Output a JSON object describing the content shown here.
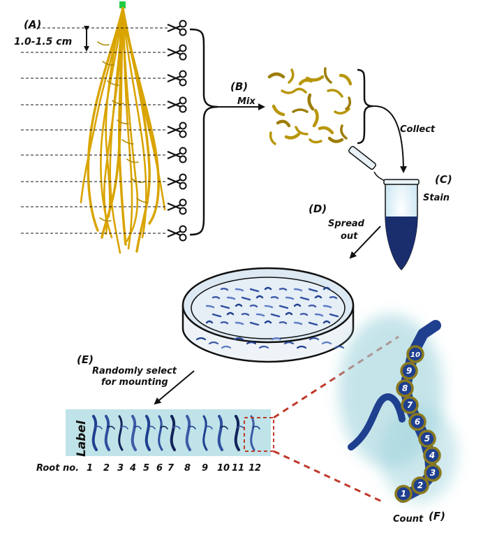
{
  "labels": {
    "a": "(A)",
    "b": "(B)",
    "c": "(C)",
    "d": "(D)",
    "e": "(E)",
    "f": "(F)",
    "measure": "1.0-1.5 cm",
    "mix": "Mix",
    "collect": "Collect",
    "stain": "Stain",
    "spread_line1": "Spread",
    "spread_line2": "out",
    "random_line1": "Randomly select",
    "random_line2": "for mounting",
    "slide_label": "Label",
    "root_no": "Root no.",
    "count": "Count"
  },
  "root_numbers": [
    "1",
    "2",
    "3",
    "4",
    "5",
    "6",
    "7",
    "8",
    "9",
    "10",
    "11",
    "12"
  ],
  "count_numbers": [
    "1",
    "2",
    "3",
    "4",
    "5",
    "6",
    "7",
    "8",
    "9",
    "10"
  ],
  "colors": {
    "root_gold": "#d9a400",
    "root_dark": "#b08700",
    "fragment_gold": "#b8960a",
    "stain_blue": "#1a2e6e",
    "root_blue": "#1f3f8f",
    "slide_bg": "#bfe3e8",
    "glow": "#9fd3dc",
    "dish_fill": "#dce8f2",
    "red_dash": "#c0392b",
    "ring_olive": "#8a7a1e",
    "cap_green": "#22cc44"
  },
  "icons": [
    "scissors-icon"
  ]
}
